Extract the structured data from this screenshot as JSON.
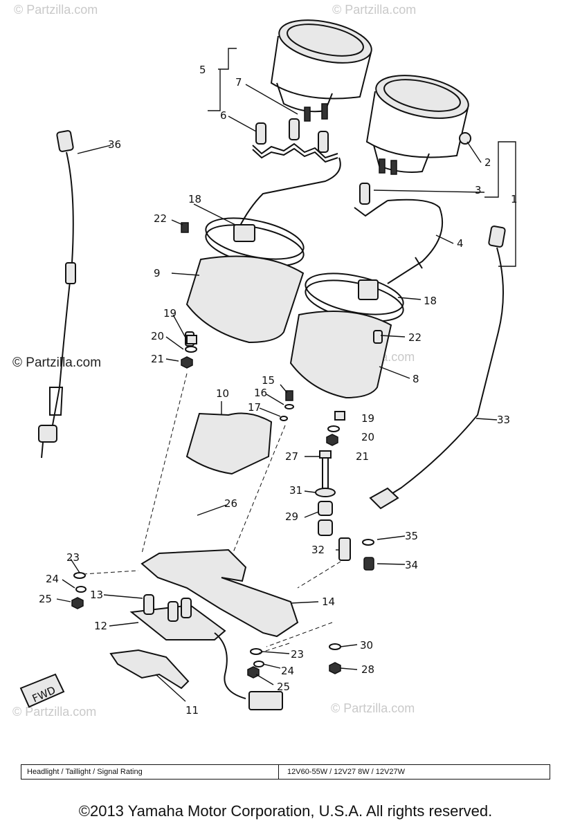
{
  "watermarks": {
    "site": "© Partzilla.com",
    "site_side": "© Partzilla.com"
  },
  "fwd_label": "FWD",
  "callouts": [
    "1",
    "2",
    "3",
    "4",
    "5",
    "6",
    "7",
    "8",
    "9",
    "10",
    "11",
    "12",
    "13",
    "14",
    "15",
    "16",
    "17",
    "18",
    "18",
    "19",
    "19",
    "20",
    "20",
    "21",
    "21",
    "22",
    "22",
    "23",
    "23",
    "24",
    "24",
    "25",
    "25",
    "26",
    "27",
    "28",
    "29",
    "30",
    "31",
    "32",
    "33",
    "34",
    "35",
    "36"
  ],
  "rating_table": {
    "label": "Headlight / Taillight / Signal Rating",
    "value": "12V60-55W / 12V27 8W / 12V27W"
  },
  "copyright": "©2013 Yamaha Motor Corporation, U.S.A. All rights reserved."
}
